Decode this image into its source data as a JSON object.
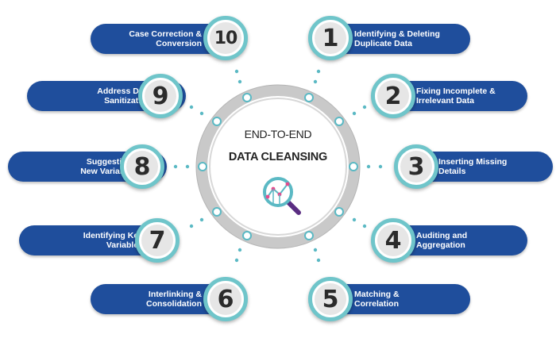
{
  "center": {
    "title": "END-TO-END",
    "subtitle": "DATA CLEANSING",
    "icon": "magnifier-chart-icon"
  },
  "colors": {
    "pill": "#1f4e9c",
    "ring": "#6fc5ca",
    "badge_fill": "#e6e6e6",
    "dots": "#5bb9c4"
  },
  "steps": [
    {
      "number": "1",
      "label": "Identifying & Deleting\nDuplicate Data"
    },
    {
      "number": "2",
      "label": "Fixing Incomplete &\nIrrelevant Data"
    },
    {
      "number": "3",
      "label": "Inserting Missing\nDetails"
    },
    {
      "number": "4",
      "label": "Auditing and\nAggregation"
    },
    {
      "number": "5",
      "label": "Matching &\nCorrelation"
    },
    {
      "number": "6",
      "label": "Interlinking &\nConsolidation"
    },
    {
      "number": "7",
      "label": "Identifying Key\nVariables"
    },
    {
      "number": "8",
      "label": "Suggesting\nNew Variable"
    },
    {
      "number": "9",
      "label": "Address Data\nSanitization"
    },
    {
      "number": "10",
      "label": "Case Correction &\nConversion"
    }
  ]
}
